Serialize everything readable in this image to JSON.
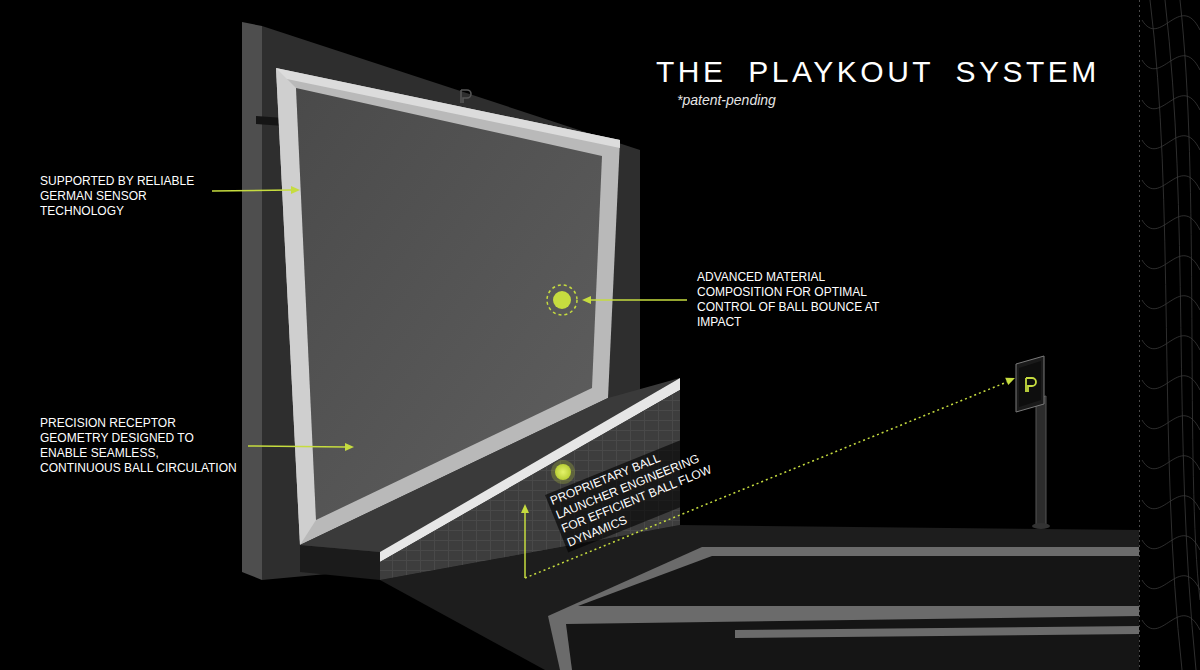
{
  "diagram": {
    "title": "THE PLAYKOUT SYSTEM",
    "labels": [
      "*patent-pending",
      "SUPPORTED BY RELIABLE GERMAN SENSOR TECHNOLOGY",
      "ADVANCED MATERIAL COMPOSITION FOR OPTIMAL CONTROL OF BALL BOUNCE AT IMPACT",
      "PRECISION RECEPTOR GEOMETRY DESIGNED TO ENABLE SEAMLESS, CONTINUOUS BALL CIRCULATION",
      "PROPRIETARY BALL LAUNCHER ENGINEERING FOR EFFICIENT BALL FLOW DYNAMICS"
    ]
  }
}
